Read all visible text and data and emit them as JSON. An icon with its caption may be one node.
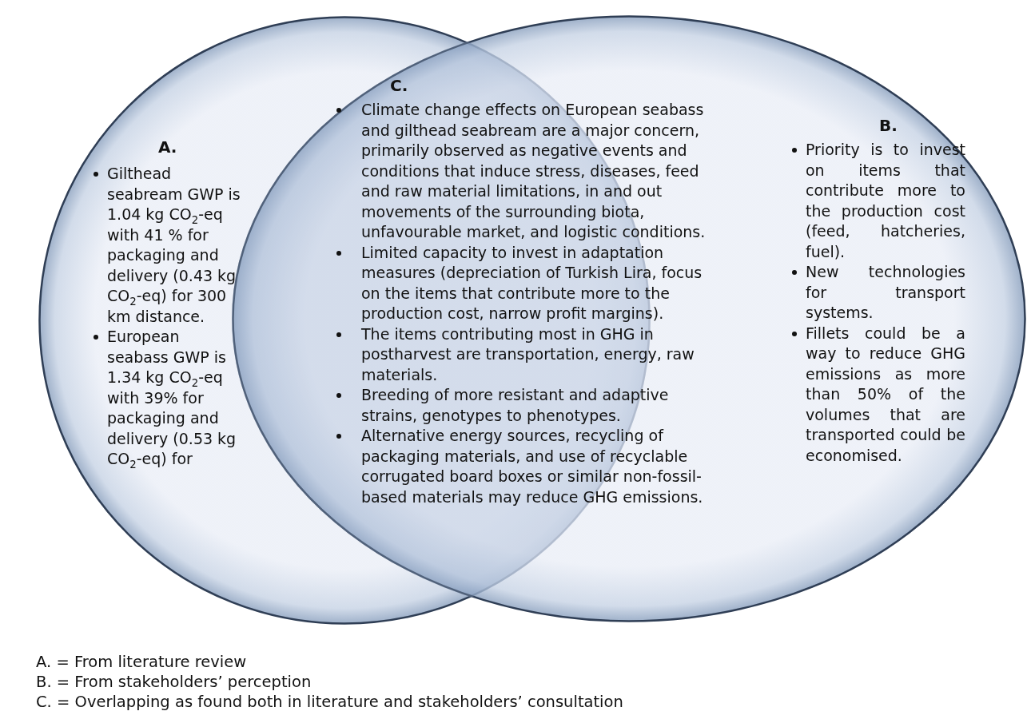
{
  "diagram": {
    "nodes": [
      {
        "text": [
          "A.",
          "Gilthead seabream GWP is 1.04 kg CO$_{2}$-eq with 41 % for packaging and delivery (0.43 kg CO$_{2}$-eq) for 300 km distance.",
          "European seabass GWP is 1.34 kg CO$_{2}$-eq with 39% for packaging and delivery (0.53 kg CO$_{2}$-eq) for"
        ]
      },
      {
        "text": [
          "B.",
          "Priority is to invest on items that contribute more to the production cost (feed, hatcheries, fuel).",
          "New technologies for transport systems.",
          "Fillets could be a way to reduce GHG emissions as more than 50% of the volumes that are transported could be economised."
        ]
      },
      {
        "text": [
          "C.",
          "Climate change effects on European seabass and gilthead seabream are a major concern, primarily observed as negative events and conditions that induce stress, diseases, feed and raw material limitations, in and out movements of the surrounding biota, unfavourable market, and logistic conditions.",
          "Limited capacity to invest in adaptation measures (depreciation of Turkish Lira, focus on the items that contribute more to the production cost, narrow profit margins).",
          "The items contributing most in GHG in postharvest are transportation, energy, raw materials.",
          "Breeding of more resistant and adaptive strains, genotypes to phenotypes.",
          "Alternative energy sources, recycling of packaging materials, and use of recyclable corrugated board boxes or similar non-fossil-based materials may reduce GHG emissions."
        ]
      }
    ],
    "labels": [
      "A. = From literature review",
      "B. = From stakeholders’ perception",
      "C. = Overlapping as found both in literature and stakeholders’ consultation"
    ]
  }
}
